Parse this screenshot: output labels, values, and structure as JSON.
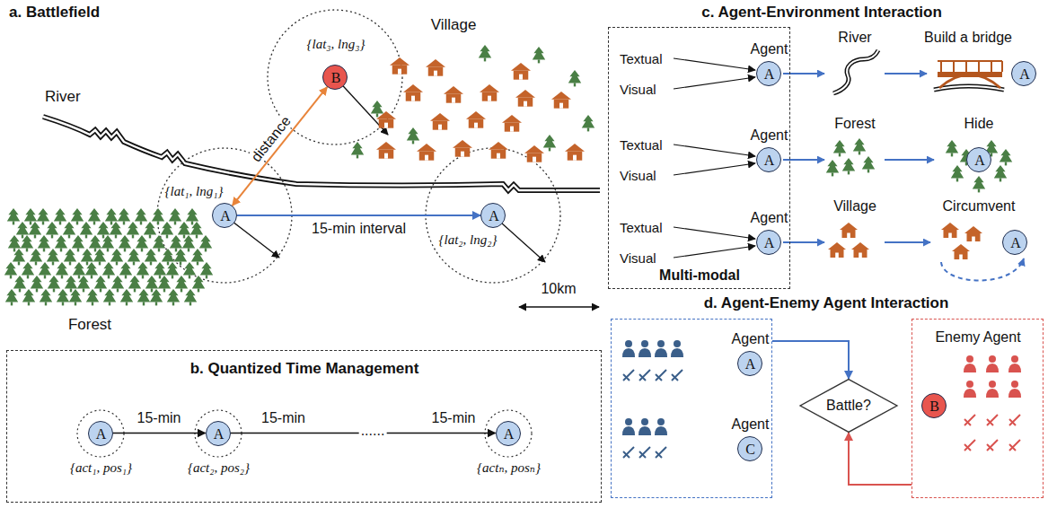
{
  "diagram": {
    "nodes": [
      {
        "text": [
          "B",
          "{lat₃, lng₃}"
        ]
      },
      {
        "text": [
          "A",
          "{lat₁, lng₁}"
        ]
      },
      {
        "text": [
          "A",
          "{lat₂, lng₂}"
        ]
      },
      {
        "text": [
          "b. Quantized Time Management"
        ]
      },
      {
        "text": [
          "A",
          "{act₁, pos₁}"
        ],
        "in": 3
      },
      {
        "text": [
          "A",
          "{act₂, pos₂}"
        ],
        "in": 3
      },
      {
        "text": [
          "A",
          "{actₙ, posₙ}"
        ],
        "in": 3
      },
      {
        "text": [
          "Multi-modal"
        ]
      },
      {
        "text": [
          "Agent",
          "A"
        ],
        "in": 7
      },
      {
        "text": [
          "Agent",
          "A"
        ],
        "in": 7
      },
      {
        "text": [
          "Agent",
          "A"
        ],
        "in": 7
      },
      {
        "text": [
          "A"
        ]
      },
      {
        "text": [
          "A"
        ]
      },
      {
        "text": [
          "A"
        ]
      },
      {
        "text": []
      },
      {
        "text": [
          "Agent",
          "A"
        ],
        "in": 14
      },
      {
        "text": [
          "Agent",
          "C"
        ],
        "in": 14
      },
      {
        "text": [
          "Battle?"
        ]
      },
      {
        "text": [
          "Enemy Agent"
        ]
      },
      {
        "text": [
          "B"
        ],
        "in": 18
      }
    ],
    "edges": [
      {
        "from": 1,
        "to": 2,
        "arrow": "to",
        "label": "15-min interval"
      },
      {
        "from": 1,
        "to": 0,
        "arrow": "both",
        "label": "distance"
      },
      {
        "from": 4,
        "to": 5,
        "arrow": "to",
        "label": "15-min"
      },
      {
        "from": 5,
        "to": 6,
        "arrow": "to",
        "label": "15-min"
      },
      {
        "from": 14,
        "to": 17,
        "arrow": "to"
      },
      {
        "from": 18,
        "to": 17,
        "arrow": "to"
      }
    ],
    "labels": [
      "a. Battlefield",
      "River",
      "Village",
      "Forest",
      "10km",
      "15-min",
      "......",
      "c. Agent-Environment Interaction",
      "Textual",
      "Visual",
      "Textual",
      "Visual",
      "Textual",
      "Visual",
      "River",
      "Build a bridge",
      "Forest",
      "Hide",
      "Village",
      "Circumvent",
      "d. Agent-Enemy Agent Interaction"
    ]
  }
}
